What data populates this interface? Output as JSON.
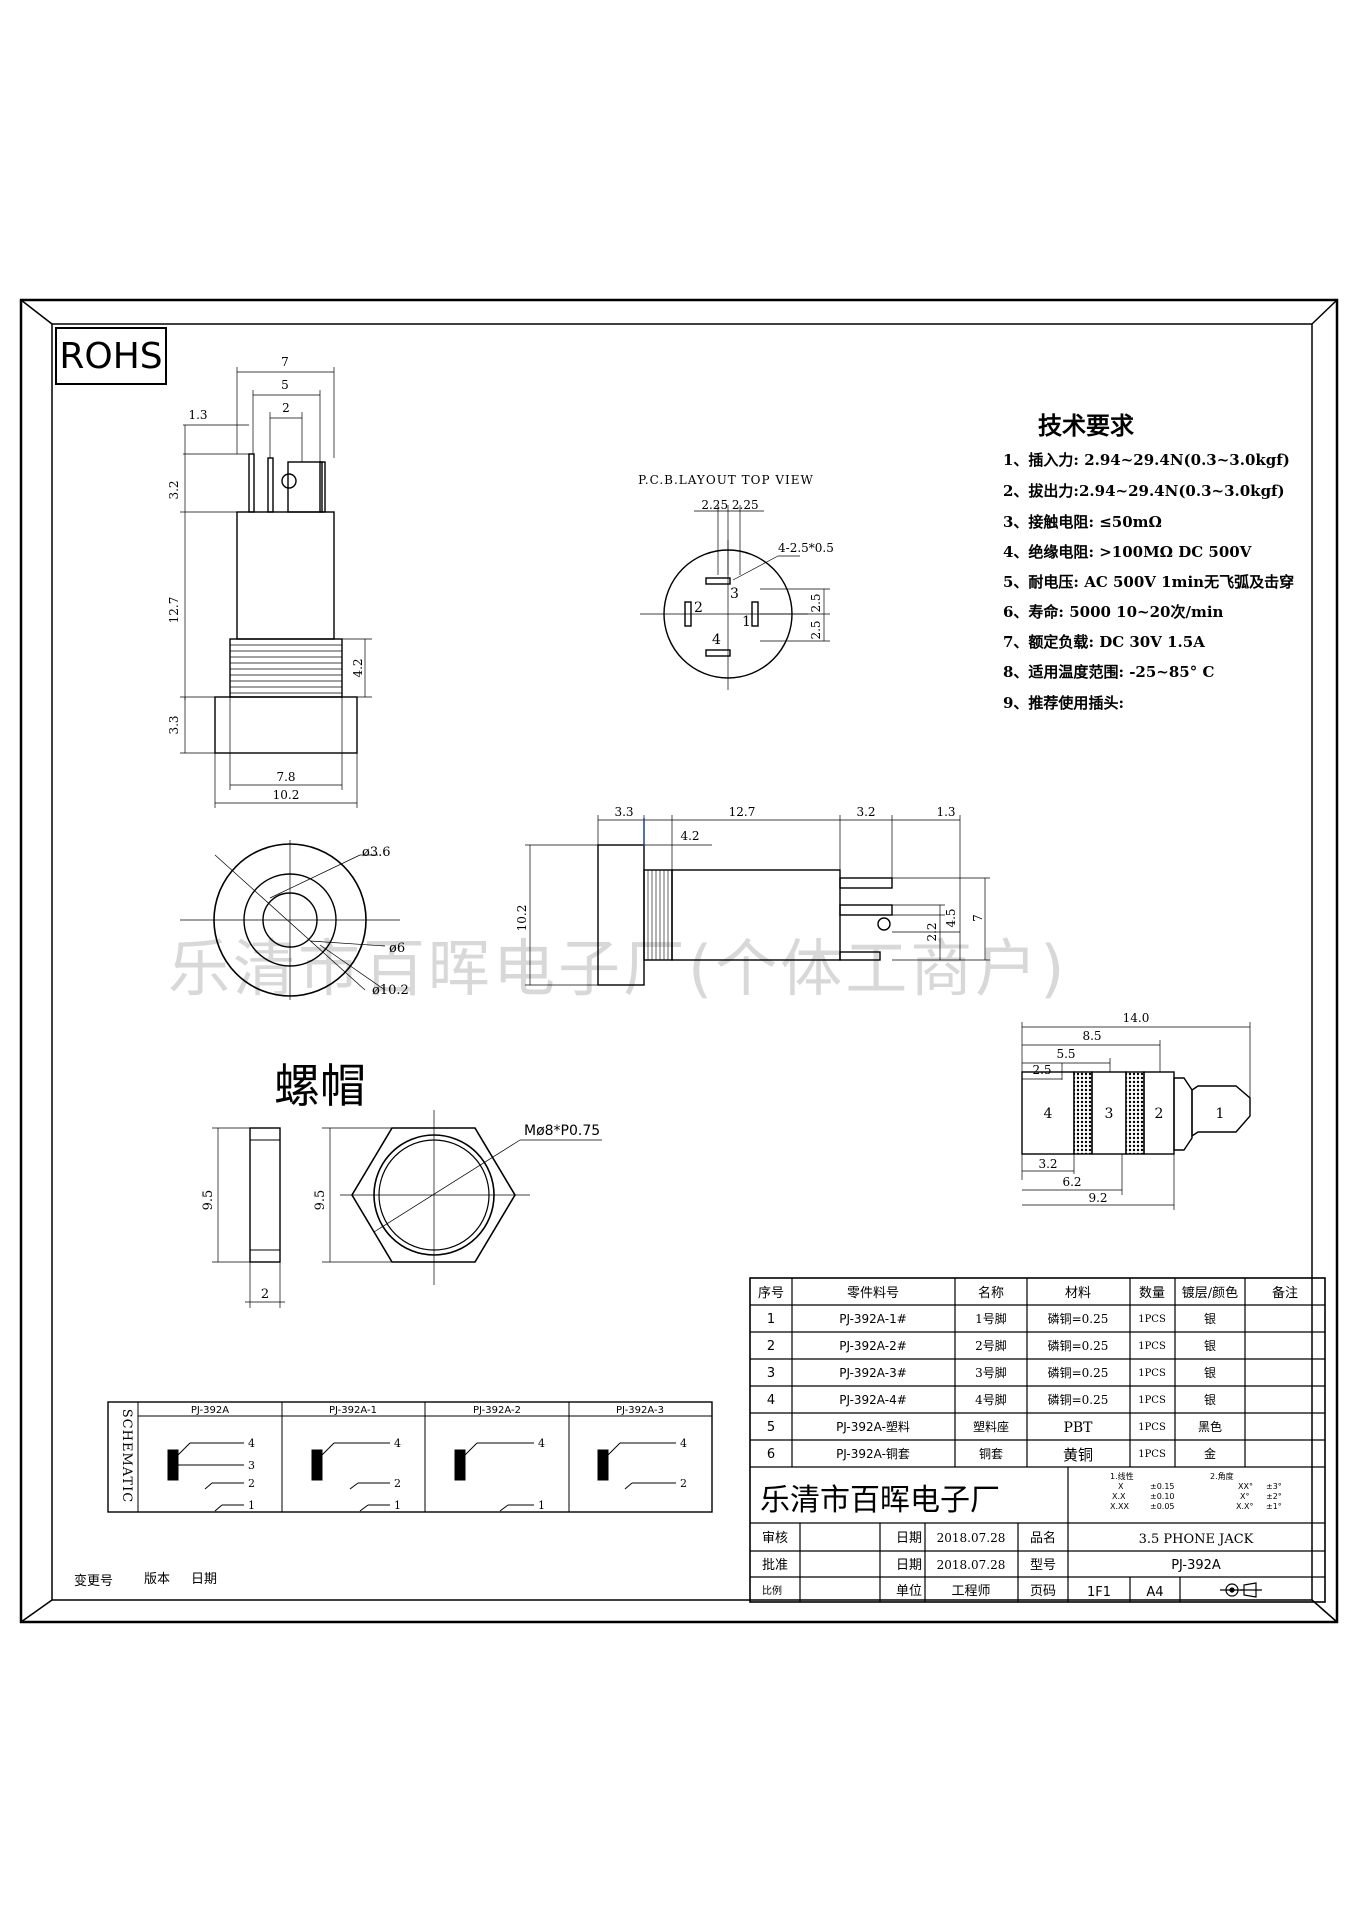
{
  "badge": "ROHS",
  "watermark": "乐清市百晖电子厂(个体工商户)",
  "side_view": {
    "dims": {
      "w7": "7",
      "w5": "5",
      "w2": "2",
      "w13": "1.3",
      "h32": "3.2",
      "h127": "12.7",
      "h42": "4.2",
      "h33": "3.3",
      "w78": "7.8",
      "w102": "10.2"
    }
  },
  "pcb": {
    "title": "P.C.B.LAYOUT TOP VIEW",
    "dim_top": "2.25 2.25",
    "hole": "4-2.5*0.5",
    "d25a": "2.5",
    "d25b": "2.5",
    "pins": [
      "1",
      "2",
      "3",
      "4"
    ]
  },
  "tech": {
    "title": "技术要求",
    "items": [
      "1、插入力: 2.94~29.4N(0.3~3.0kgf)",
      "2、拔出力:2.94~29.4N(0.3~3.0kgf)",
      "3、接触电阻: ≤50mΩ",
      "4、绝缘电阻: >100MΩ DC  500V",
      "5、耐电压: AC  500V  1min无飞弧及击穿",
      "6、寿命: 5000 10~20次/min",
      "7、额定负载: DC  30V  1.5A",
      "8、适用温度范围: -25~85° C",
      "9、推荐使用插头:"
    ]
  },
  "front_view": {
    "d36": "ø3.6",
    "d6": "ø6",
    "d102": "ø10.2"
  },
  "horiz_view": {
    "d33": "3.3",
    "d127": "12.7",
    "d32": "3.2",
    "d13": "1.3",
    "d42": "4.2",
    "d102": "10.2",
    "d22": "2.2",
    "d45": "4.5",
    "d7": "7"
  },
  "plug": {
    "d140": "14.0",
    "d85": "8.5",
    "d55": "5.5",
    "d25": "2.5",
    "d32": "3.2",
    "d62": "6.2",
    "d92": "9.2",
    "rings": [
      "4",
      "3",
      "2",
      "1"
    ]
  },
  "nut": {
    "title": "螺帽",
    "thread": "Mø8*P0.75",
    "h95a": "9.5",
    "h95b": "9.5",
    "w2": "2"
  },
  "schematic": {
    "label": "SCHEMATIC",
    "cols": [
      "PJ-392A",
      "PJ-392A-1",
      "PJ-392A-2",
      "PJ-392A-3"
    ]
  },
  "revision": {
    "change": "变更号",
    "version": "版本",
    "date": "日期"
  },
  "bom": {
    "headers": [
      "序号",
      "零件料号",
      "名称",
      "材料",
      "数量",
      "镀层/颜色",
      "备注"
    ],
    "rows": [
      [
        "1",
        "PJ-392A-1#",
        "1号脚",
        "磷铜=0.25",
        "1PCS",
        "银",
        ""
      ],
      [
        "2",
        "PJ-392A-2#",
        "2号脚",
        "磷铜=0.25",
        "1PCS",
        "银",
        ""
      ],
      [
        "3",
        "PJ-392A-3#",
        "3号脚",
        "磷铜=0.25",
        "1PCS",
        "银",
        ""
      ],
      [
        "4",
        "PJ-392A-4#",
        "4号脚",
        "磷铜=0.25",
        "1PCS",
        "银",
        ""
      ],
      [
        "5",
        "PJ-392A-塑料",
        "塑料座",
        "PBT",
        "1PCS",
        "黑色",
        ""
      ],
      [
        "6",
        "PJ-392A-铜套",
        "铜套",
        "黄铜",
        "1PCS",
        "金",
        ""
      ]
    ]
  },
  "titleblock": {
    "company": "乐清市百晖电子厂",
    "tol_title_1": "1.线性",
    "tol_title_2": "2.角度",
    "tol_lin": [
      [
        "X",
        "±0.15"
      ],
      [
        "X.X",
        "±0.10"
      ],
      [
        "X.XX",
        "±0.05"
      ]
    ],
    "tol_ang": [
      [
        "XX°",
        "±3°"
      ],
      [
        "X°",
        "±2°"
      ],
      [
        "X.X°",
        "±1°"
      ]
    ],
    "review": "审核",
    "approve": "批准",
    "scale": "比例",
    "date_l1": "日期",
    "date_l2": "日期",
    "date_v1": "2018.07.28",
    "date_v2": "2018.07.28",
    "unit": "单位",
    "engineer": "工程师",
    "pname_l": "品名",
    "pname_v": "3.5 PHONE JACK",
    "model_l": "型号",
    "model_v": "PJ-392A",
    "page_l": "页码",
    "page_v": "1F1",
    "size_v": "A4"
  }
}
